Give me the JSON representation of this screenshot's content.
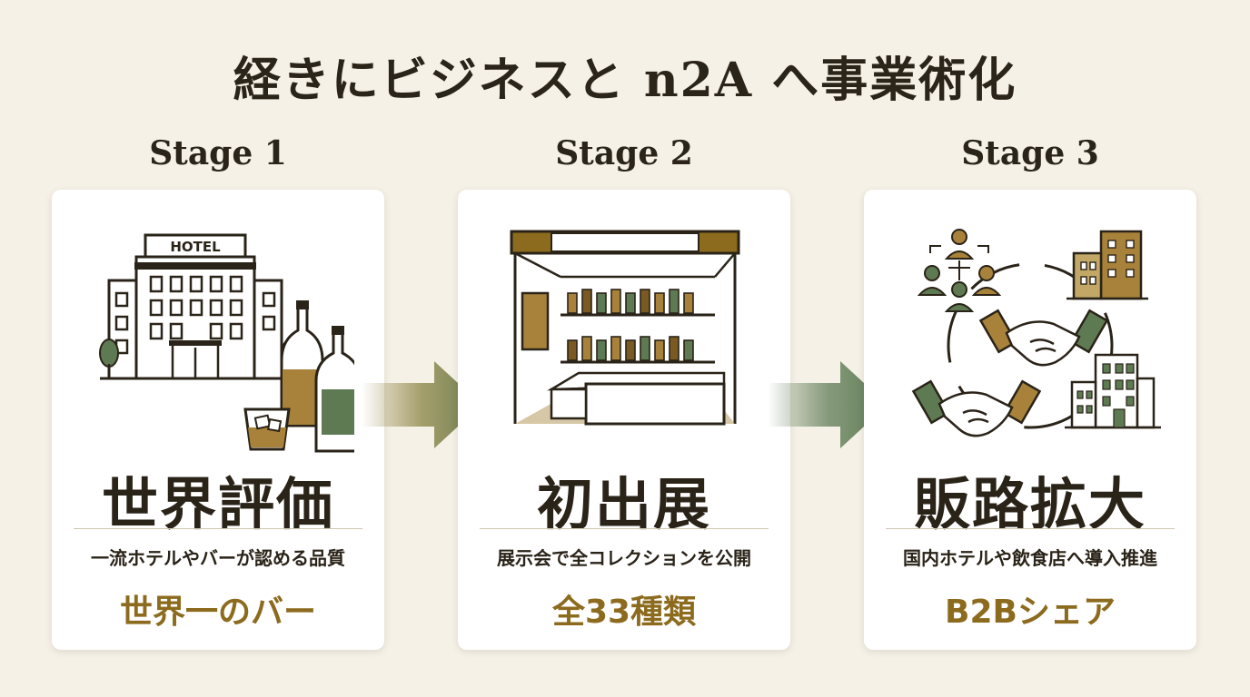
{
  "title": "経きにビジネスと n2A へ事業術化",
  "stages": [
    {
      "label": "Stage 1",
      "heading": "世界評価",
      "description": "一流ホテルやバーが認める品質",
      "highlight": "世界一のバー",
      "icon": "hotel-and-whisky-icon"
    },
    {
      "label": "Stage 2",
      "heading": "初出展",
      "description": "展示会で全コレクションを公開",
      "highlight": "全33種類",
      "icon": "exhibition-booth-icon"
    },
    {
      "label": "Stage 3",
      "heading": "販路拡大",
      "description": "国内ホテルや飲食店へ導入推進",
      "highlight": "B2Bシェア",
      "icon": "network-handshake-icon"
    }
  ],
  "illustration_text": {
    "hotel_sign": "HOTEL"
  },
  "colors": {
    "gold": "#8c6b1e",
    "olive": "#9a8444",
    "green": "#5e7a52",
    "dark": "#2a2318",
    "background": "#f5f1e7"
  }
}
